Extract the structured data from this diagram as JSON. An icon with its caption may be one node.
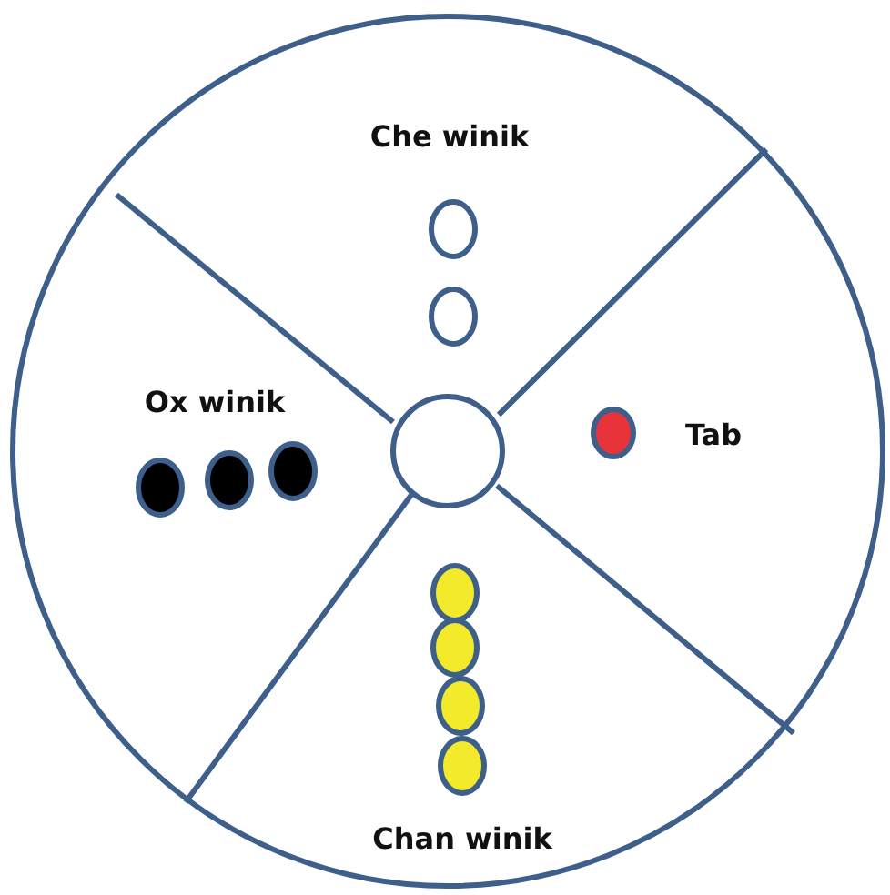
{
  "diagram": {
    "labels": [
      "Che winik",
      "Ox winik",
      "Tab",
      "Chan winik"
    ]
  }
}
